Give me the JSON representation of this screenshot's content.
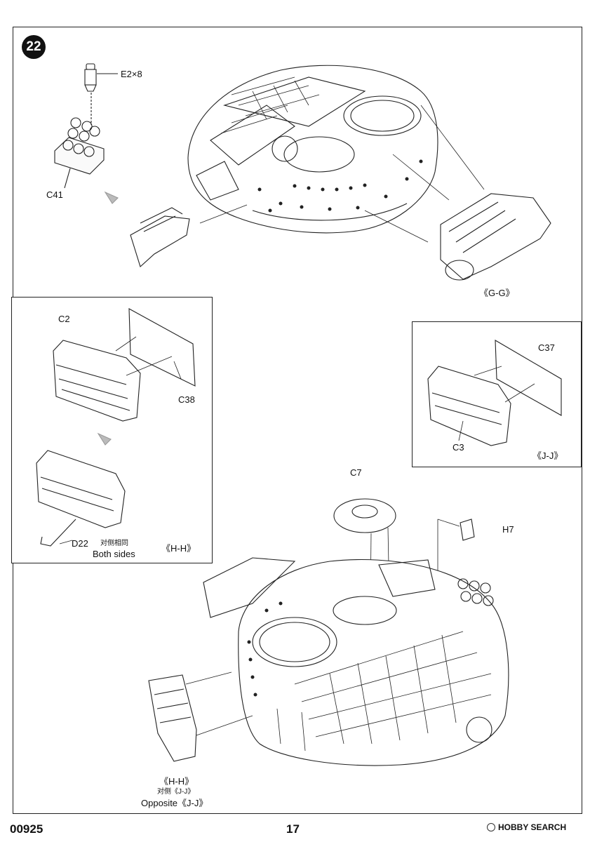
{
  "step": {
    "number": "22"
  },
  "parts": {
    "e2": "E2×8",
    "c41": "C41",
    "gg": "《G-G》",
    "c2": "C2",
    "c38": "C38",
    "d22": "D22",
    "both_sides_cn": "对侧相同",
    "both_sides_en": "Both sides",
    "hh": "《H-H》",
    "c37": "C37",
    "c3": "C3",
    "jj": "《J-J》",
    "c7": "C7",
    "h7": "H7",
    "hh_bottom": "《H-H》",
    "opposite_cn": "对侧《J-J》",
    "opposite_en": "Opposite《J-J》"
  },
  "footer": {
    "code": "00925",
    "page": "17",
    "brand": "HOBBY SEARCH"
  }
}
